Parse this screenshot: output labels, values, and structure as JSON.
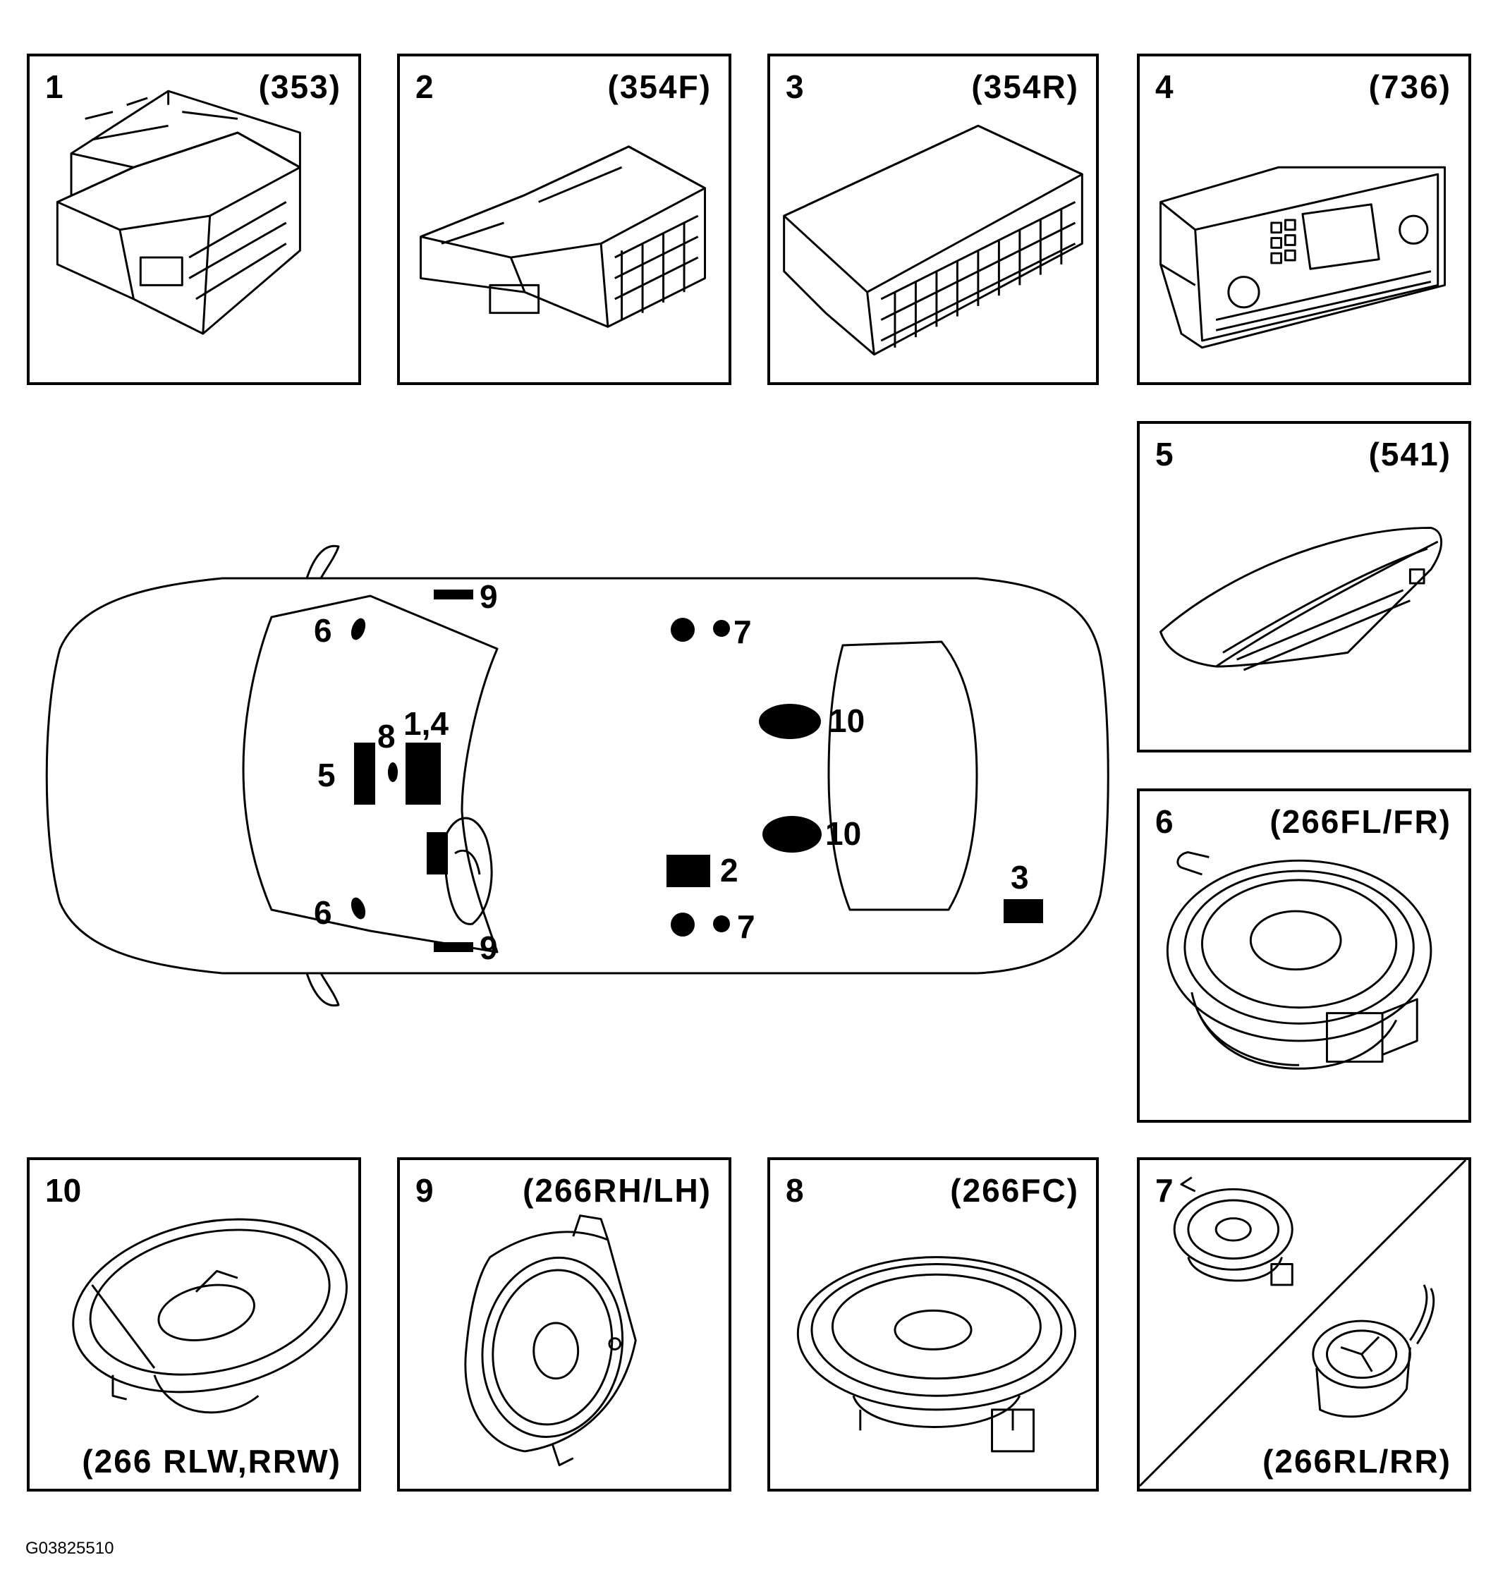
{
  "panels": [
    {
      "num": "1",
      "code": "(353)"
    },
    {
      "num": "2",
      "code": "(354F)"
    },
    {
      "num": "3",
      "code": "(354R)"
    },
    {
      "num": "4",
      "code": "(736)"
    },
    {
      "num": "5",
      "code": "(541)"
    },
    {
      "num": "6",
      "code": "(266FL/FR)"
    },
    {
      "num": "7",
      "code": "(266RL/RR)"
    },
    {
      "num": "8",
      "code": "(266FC)"
    },
    {
      "num": "9",
      "code": "(266RH/LH)"
    },
    {
      "num": "10",
      "code": "(266 RLW,RRW)"
    }
  ],
  "car_callouts": {
    "c9_top": "9",
    "c6_top": "6",
    "c7_top": "7",
    "c10_top": "10",
    "c8": "8",
    "c14": "1,4",
    "c5": "5",
    "c10_bot": "10",
    "c2": "2",
    "c3": "3",
    "c6_bot": "6",
    "c7_bot": "7",
    "c9_bot": "9"
  },
  "figure_id": "G03825510"
}
